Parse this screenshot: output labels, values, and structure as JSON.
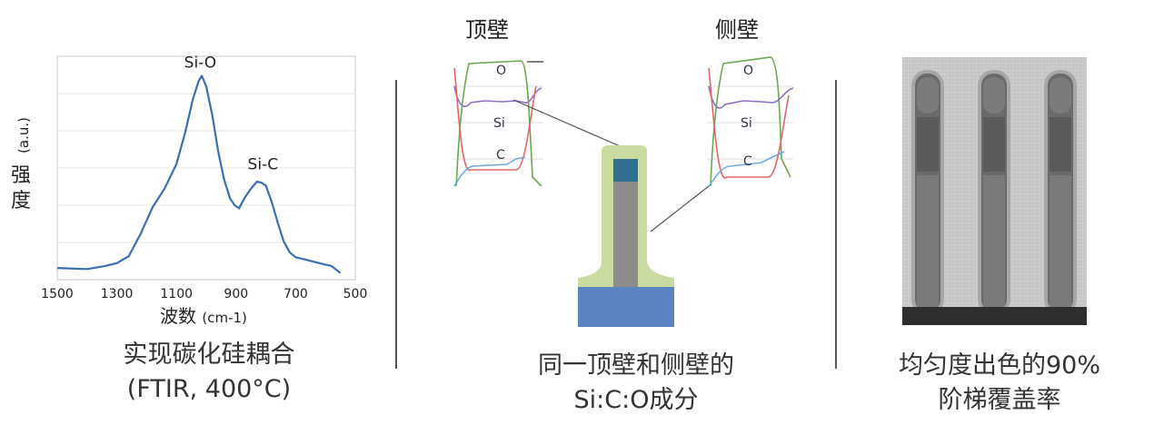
{
  "panel1": {
    "chart_data": {
      "type": "line",
      "title": "",
      "xlabel": "波数 (cm-1)",
      "ylabel": "强度 (a.u.)",
      "xlim": [
        1500,
        500
      ],
      "x_ticks": [
        "1500",
        "1300",
        "1100",
        "900",
        "700",
        "500"
      ],
      "annotations": [
        {
          "text": "Si-O",
          "x": 1020
        },
        {
          "text": "Si-C",
          "x": 810
        }
      ],
      "series": [
        {
          "color": "#3b6fb3",
          "x": [
            1500,
            1400,
            1340,
            1300,
            1260,
            1220,
            1180,
            1140,
            1100,
            1070,
            1045,
            1025,
            1015,
            1000,
            980,
            960,
            940,
            920,
            905,
            890,
            870,
            850,
            830,
            815,
            800,
            780,
            760,
            740,
            720,
            700,
            660,
            620,
            580,
            550
          ],
          "y": [
            0.02,
            0.02,
            0.03,
            0.05,
            0.08,
            0.2,
            0.33,
            0.43,
            0.55,
            0.72,
            0.88,
            0.98,
            1.0,
            0.95,
            0.8,
            0.62,
            0.47,
            0.38,
            0.34,
            0.33,
            0.38,
            0.43,
            0.46,
            0.46,
            0.44,
            0.36,
            0.25,
            0.16,
            0.1,
            0.08,
            0.06,
            0.05,
            0.03,
            0.0
          ]
        }
      ]
    },
    "caption_line1": "实现碳化硅耦合",
    "caption_line2": "(FTIR, 400°C)"
  },
  "panel2": {
    "label_top": "顶壁",
    "label_side": "侧壁",
    "inset_labels": [
      "O",
      "Si",
      "C"
    ],
    "caption_line1": "同一顶壁和侧壁的",
    "caption_line2": "Si:C:O成分",
    "colors": {
      "substrate": "#5b83c2",
      "coating": "#c9dba0",
      "core": "#8c8c8c",
      "cap": "#2f6f8f",
      "O_trace": "#6aa84f",
      "Si_trace": "#8e6fc1",
      "C_trace": "#e06666",
      "extra_trace": "#6fa8dc"
    }
  },
  "panel3": {
    "caption_line1": "均匀度出色的90%",
    "caption_line2": "阶梯覆盖率"
  }
}
